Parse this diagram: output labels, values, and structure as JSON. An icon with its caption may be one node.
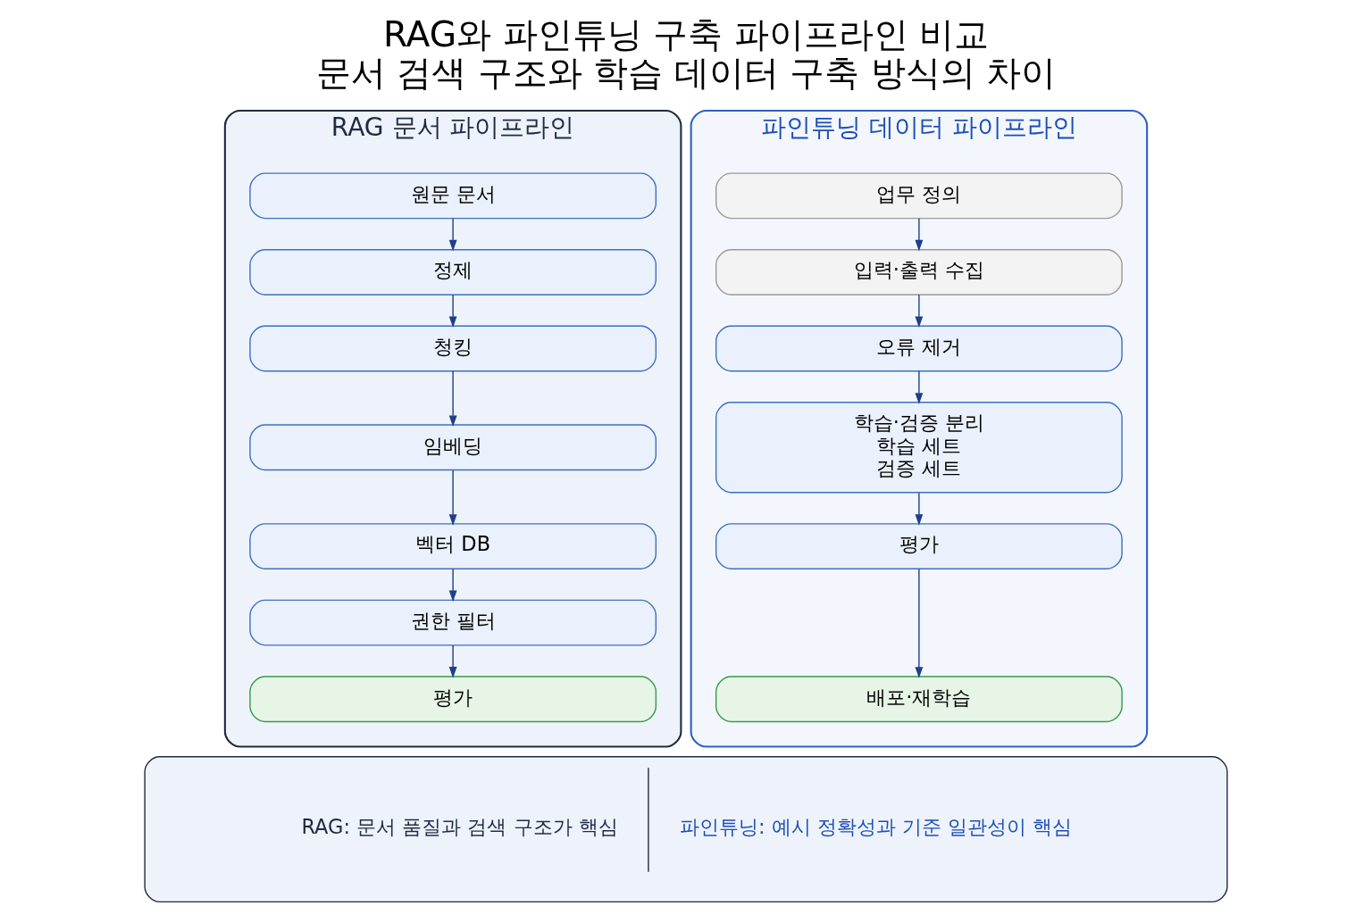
{
  "diagram": {
    "title": "RAG와 파인튜닝 구축 파이프라인 비교",
    "caption": "문서 검색 구조와 학습 데이터 구축 방식의 차이",
    "nodes": [
      {
        "text": [
          "RAG 문서 파이프라인"
        ]
      },
      {
        "text": [
          "원문 문서"
        ],
        "in": 0
      },
      {
        "text": [
          "정제"
        ],
        "in": 0
      },
      {
        "text": [
          "청킹"
        ],
        "in": 0
      },
      {
        "text": [
          "임베딩"
        ],
        "in": 0
      },
      {
        "text": [
          "벡터 DB"
        ],
        "in": 0
      },
      {
        "text": [
          "권한 필터"
        ],
        "in": 0
      },
      {
        "text": [
          "평가"
        ],
        "in": 0
      },
      {
        "text": [
          "파인튜닝 데이터 파이프라인"
        ]
      },
      {
        "text": [
          "업무 정의"
        ],
        "in": 8
      },
      {
        "text": [
          "입력·출력 수집"
        ],
        "in": 8
      },
      {
        "text": [
          "오류 제거"
        ],
        "in": 8
      },
      {
        "text": [
          "학습·검증 분리",
          "학습 세트",
          "검증 세트"
        ],
        "in": 8
      },
      {
        "text": [
          "평가"
        ],
        "in": 8
      },
      {
        "text": [
          "배포·재학습"
        ],
        "in": 8
      },
      {
        "text": [
          "RAG: 문서 품질과 검색 구조가 핵심",
          "파인튜닝: 예시 정확성과 기준 일관성이 핵심"
        ]
      }
    ],
    "edges": [
      {
        "from": 1,
        "to": 2,
        "arrow": "to"
      },
      {
        "from": 2,
        "to": 3,
        "arrow": "to"
      },
      {
        "from": 3,
        "to": 4,
        "arrow": "to"
      },
      {
        "from": 4,
        "to": 5,
        "arrow": "to"
      },
      {
        "from": 5,
        "to": 6,
        "arrow": "to"
      },
      {
        "from": 6,
        "to": 7,
        "arrow": "to"
      },
      {
        "from": 9,
        "to": 10,
        "arrow": "to"
      },
      {
        "from": 10,
        "to": 11,
        "arrow": "to"
      },
      {
        "from": 11,
        "to": 12,
        "arrow": "to"
      },
      {
        "from": 12,
        "to": 13,
        "arrow": "to"
      },
      {
        "from": 13,
        "to": 14,
        "arrow": "to"
      }
    ]
  }
}
